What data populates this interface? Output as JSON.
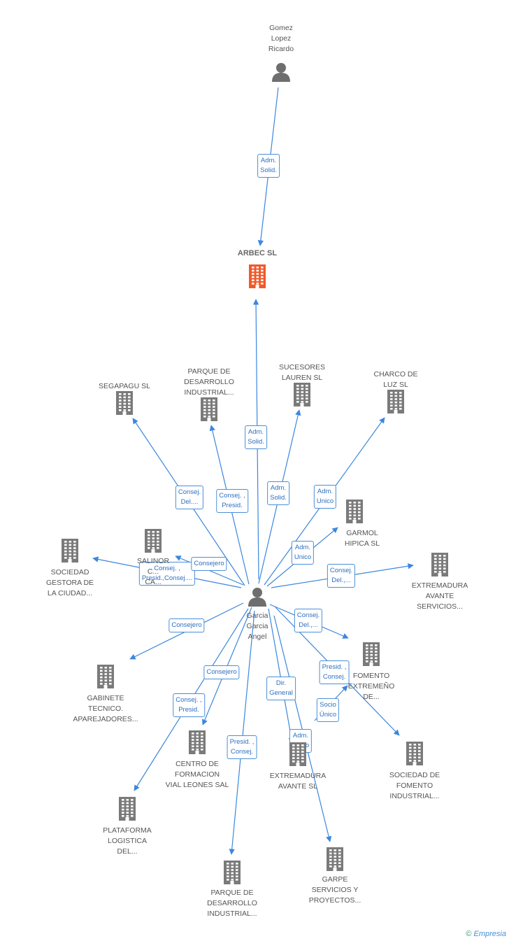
{
  "colors": {
    "edge": "#3b87de",
    "building": "#7a7a7a",
    "main_building": "#f05a2a",
    "person": "#6e6e6e"
  },
  "people": [
    {
      "id": "gomez",
      "label": "Gomez\nLopez\nRicardo"
    },
    {
      "id": "garcia",
      "label": "Garcia\nGarcia\nAngel"
    }
  ],
  "companies": [
    {
      "id": "arbec",
      "label": "ARBEC SL",
      "main": true
    },
    {
      "id": "segapagu",
      "label": "SEGAPAGU SL"
    },
    {
      "id": "parque1",
      "label": "PARQUE DE\nDESARROLLO\nINDUSTRIAL..."
    },
    {
      "id": "sucesores",
      "label": "SUCESORES\nLAUREN SL"
    },
    {
      "id": "charco",
      "label": "CHARCO DE\nLUZ  SL"
    },
    {
      "id": "garmol",
      "label": "GARMOL\nHIPICA SL"
    },
    {
      "id": "sociedad_gestora",
      "label": "SOCIEDAD\nGESTORA DE\nLA CIUDAD..."
    },
    {
      "id": "salinor",
      "label": "SALINOR\nC...\nCA..."
    },
    {
      "id": "extremadura_avante_serv",
      "label": "EXTREMADURA\nAVANTE\nSERVICIOS..."
    },
    {
      "id": "gabinete",
      "label": "GABINETE\nTECNICO.\nAPAREJADORES..."
    },
    {
      "id": "fomento_extremeno",
      "label": "FOMENTO\nEXTREMEÑO\nDE..."
    },
    {
      "id": "centro_formacion",
      "label": "CENTRO DE\nFORMACION\nVIAL LEONES SAL"
    },
    {
      "id": "extremadura_avante",
      "label": "EXTREMADURA\nAVANTE SL"
    },
    {
      "id": "sociedad_fomento",
      "label": "SOCIEDAD DE\nFOMENTO\nINDUSTRIAL..."
    },
    {
      "id": "plataforma",
      "label": "PLATAFORMA\nLOGISTICA\nDEL..."
    },
    {
      "id": "parque2",
      "label": "PARQUE DE\nDESARROLLO\nINDUSTRIAL..."
    },
    {
      "id": "garpe",
      "label": "GARPE\nSERVICIOS Y\nPROYECTOS..."
    }
  ],
  "edges": [
    {
      "from": "gomez",
      "to": "arbec",
      "label": "Adm.\nSolid."
    },
    {
      "from": "garcia",
      "to": "arbec",
      "label": "Adm.\nSolid."
    },
    {
      "from": "garcia",
      "to": "segapagu",
      "label": "Consej.\nDel...."
    },
    {
      "from": "garcia",
      "to": "parque1",
      "label": "Consej. ,\nPresid."
    },
    {
      "from": "garcia",
      "to": "sucesores",
      "label": "Adm.\nSolid."
    },
    {
      "from": "garcia",
      "to": "charco",
      "label": "Adm.\nUnico"
    },
    {
      "from": "garcia",
      "to": "garmol",
      "label": "Adm.\nUnico"
    },
    {
      "from": "garcia",
      "to": "sociedad_gestora",
      "label": "Consej. ,\nPresid.,Consej...."
    },
    {
      "from": "garcia",
      "to": "salinor",
      "label": "Consejero"
    },
    {
      "from": "garcia",
      "to": "extremadura_avante_serv",
      "label": "Consej.\nDel.,..."
    },
    {
      "from": "garcia",
      "to": "gabinete",
      "label": "Consejero"
    },
    {
      "from": "garcia",
      "to": "fomento_extremeno",
      "label": "Consej.\nDel.,..."
    },
    {
      "from": "garcia",
      "to": "centro_formacion",
      "label": "Consejero"
    },
    {
      "from": "garcia",
      "to": "plataforma",
      "label": "Consej. ,\nPresid."
    },
    {
      "from": "garcia",
      "to": "parque2",
      "label": "Presid. ,\nConsej."
    },
    {
      "from": "garcia",
      "to": "extremadura_avante",
      "label": "Dir.\nGeneral"
    },
    {
      "from": "garcia",
      "to": "sociedad_fomento",
      "label": "Presid. ,\nConsej."
    },
    {
      "from": "garcia",
      "to": "garpe",
      "label": "Adm.\nUnico"
    },
    {
      "from": "extremadura_avante",
      "to": "fomento_extremeno",
      "label": "Socio\nÚnico"
    }
  ],
  "footer": {
    "symbol": "©",
    "brand": "Empresia"
  }
}
